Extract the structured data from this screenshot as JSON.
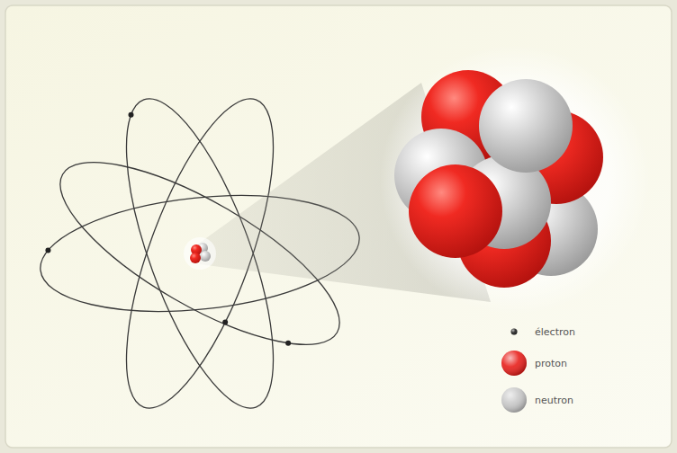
{
  "diagram": {
    "legend": [
      {
        "text": "électron",
        "color": "#222222"
      },
      {
        "text": "proton",
        "color": "#e8201c"
      },
      {
        "text": "neutron",
        "color": "#c9c9c9"
      }
    ]
  }
}
